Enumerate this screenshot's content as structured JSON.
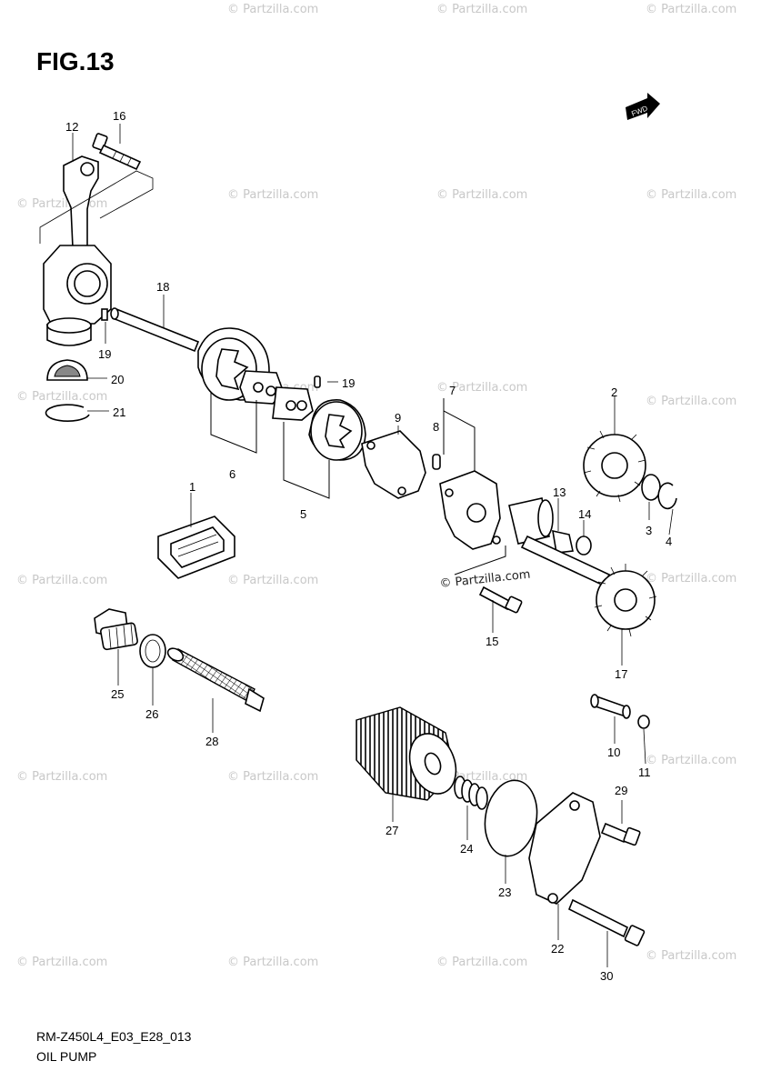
{
  "figure": {
    "title": "FIG.13",
    "code": "RM-Z450L4_E03_E28_013",
    "name": "OIL PUMP",
    "fwd_label": "FWD"
  },
  "watermark": {
    "text": "© Partzilla.com"
  },
  "callouts": {
    "c1": "1",
    "c2": "2",
    "c3": "3",
    "c4": "4",
    "c5": "5",
    "c6": "6",
    "c7": "7",
    "c8": "8",
    "c9": "9",
    "c10": "10",
    "c11": "11",
    "c12": "12",
    "c13": "13",
    "c14": "14",
    "c15": "15",
    "c16": "16",
    "c17": "17",
    "c18": "18",
    "c19a": "19",
    "c19b": "19",
    "c20": "20",
    "c21": "21",
    "c22": "22",
    "c23": "23",
    "c24": "24",
    "c25": "25",
    "c26": "26",
    "c27": "27",
    "c28": "28",
    "c29": "29",
    "c30": "30"
  }
}
